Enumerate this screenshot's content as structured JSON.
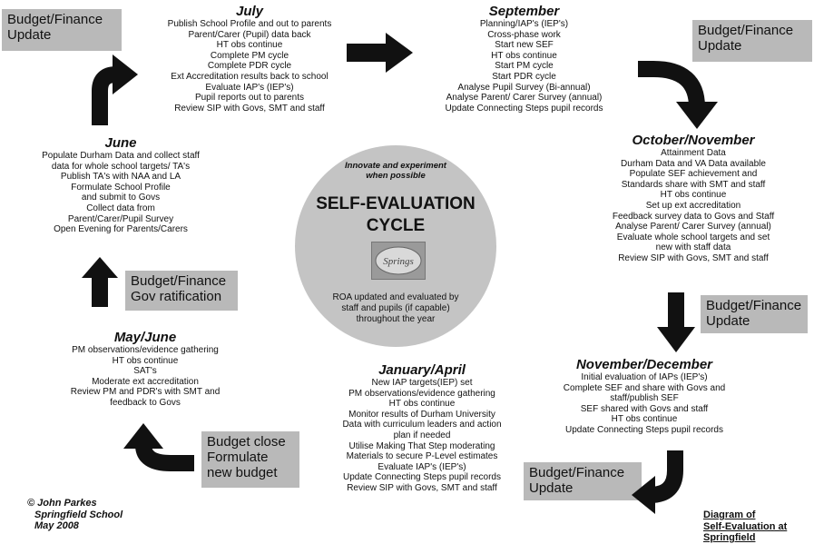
{
  "center": {
    "tagline": [
      "Innovate and experiment",
      "when possible"
    ],
    "title": [
      "SELF-EVALUATION",
      "CYCLE"
    ],
    "logo_text": "Springs",
    "footer": [
      "ROA updated and evaluated by",
      "staff and pupils (if capable)",
      "throughout the year"
    ]
  },
  "july": {
    "title": "July",
    "lines": [
      "Publish School Profile and out to parents",
      "Parent/Carer (Pupil) data back",
      "HT obs continue",
      "Complete PM cycle",
      "Complete PDR cycle",
      "Ext Accreditation results back to school",
      "Evaluate IAP's (IEP's)",
      "Pupil reports out to parents",
      "Review SIP with Govs, SMT and staff"
    ]
  },
  "september": {
    "title": "September",
    "lines": [
      "Planning/IAP's (IEP's)",
      "Cross-phase work",
      "Start new SEF",
      "HT obs continue",
      "Start PM cycle",
      "Start PDR cycle",
      "Analyse Pupil Survey (Bi-annual)",
      "Analyse Parent/ Carer Survey (annual)",
      "Update Connecting Steps pupil records"
    ]
  },
  "october_november": {
    "title": "October/November",
    "lines": [
      "Attainment Data",
      "Durham Data and VA Data available",
      "Populate SEF achievement and",
      "Standards share with SMT and staff",
      "HT obs continue",
      "Set up ext accreditation",
      "Feedback survey data to Govs and Staff",
      "Analyse Parent/ Carer Survey (annual)",
      "Evaluate whole school targets and set",
      "new with staff data",
      "Review SIP with Govs, SMT and staff"
    ]
  },
  "november_december": {
    "title": "November/December",
    "lines": [
      "Initial evaluation of IAPs (IEP's)",
      "Complete SEF and share with Govs and",
      "staff/publish SEF",
      "SEF shared with Govs and staff",
      "HT obs continue",
      "Update Connecting Steps pupil records"
    ]
  },
  "january_april": {
    "title": "January/April",
    "lines": [
      "New IAP targets(IEP) set",
      "PM observations/evidence gathering",
      "HT obs continue",
      "Monitor results of Durham University",
      "Data with curriculum leaders and action",
      "plan if needed",
      "Utilise Making That Step moderating",
      "Materials to secure P-Level estimates",
      "Evaluate IAP's (IEP's)",
      "Update Connecting Steps pupil records",
      "Review SIP with Govs, SMT and staff"
    ]
  },
  "may_june": {
    "title": "May/June",
    "lines": [
      "PM observations/evidence gathering",
      "HT obs continue",
      "SAT's",
      "Moderate ext accreditation",
      "Review PM and PDR's with SMT and",
      "feedback to Govs"
    ]
  },
  "june": {
    "title": "June",
    "lines": [
      "Populate Durham Data and collect staff",
      "data for whole school targets/ TA's",
      "Publish TA's with NAA and LA",
      "Formulate School Profile",
      "and submit to Govs",
      "Collect data from",
      "Parent/Carer/Pupil Survey",
      "Open Evening for Parents/Carers"
    ]
  },
  "boxes": {
    "top_left": [
      "Budget/Finance",
      "Update"
    ],
    "top_right": [
      "Budget/Finance",
      "Update"
    ],
    "right_mid": [
      "Budget/Finance",
      "Update"
    ],
    "bottom_right": [
      "Budget/Finance",
      "Update"
    ],
    "bottom_left": [
      "Budget close",
      "Formulate",
      "new budget"
    ],
    "left_mid": [
      "Budget/Finance",
      "Gov ratification"
    ]
  },
  "credit": [
    "© John Parkes",
    "Springfield School",
    "May 2008"
  ],
  "diagram_title": [
    "Diagram of",
    "Self-Evaluation at",
    "Springfield"
  ],
  "colors": {
    "box": "#b9b9b9",
    "circle": "#c4c4c4",
    "arrow": "#111111"
  }
}
